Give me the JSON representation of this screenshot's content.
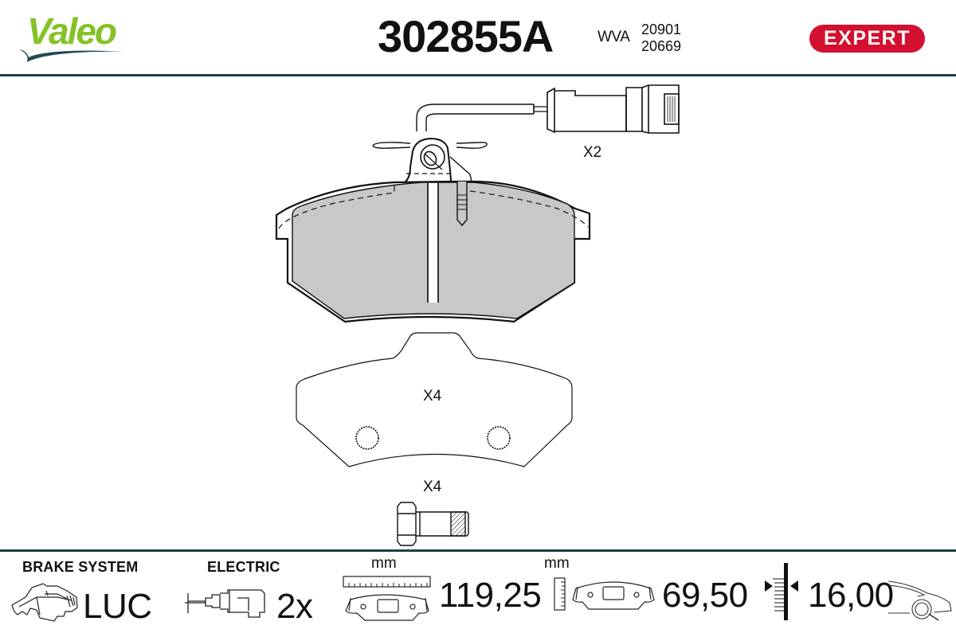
{
  "header": {
    "brand": "Valeo",
    "part_number": "302855A",
    "wva_label": "WVA",
    "wva_codes": [
      "20901",
      "20669"
    ],
    "badge": "EXPERT",
    "colors": {
      "brand_green": "#84c225",
      "swoosh": "#1f4a57",
      "badge_red": "#d3102f",
      "divider": "#1f3d4a",
      "pad_fill": "#c8c8c8"
    }
  },
  "drawing": {
    "sensor_qty": "X2",
    "shim_qty": "X4",
    "bolt_qty": "X4",
    "icons": [
      "brake-pad-front-view",
      "wear-sensor-cable",
      "anti-noise-shim",
      "caliper-bolt"
    ]
  },
  "footer": {
    "brake_system": {
      "label": "BRAKE SYSTEM",
      "value": "LUC",
      "icon": "caliper-icon"
    },
    "electric": {
      "label": "ELECTRIC",
      "value": "2x",
      "icon": "wear-sensor-icon"
    },
    "width": {
      "unit": "mm",
      "value": "119,25",
      "icon": "pad-width-icon"
    },
    "height": {
      "unit": "mm",
      "value": "69,50",
      "icon": "pad-height-icon"
    },
    "thickness": {
      "value": "16,00",
      "icon": "thickness-icon",
      "position_icon": "front-axle-car-icon"
    }
  }
}
